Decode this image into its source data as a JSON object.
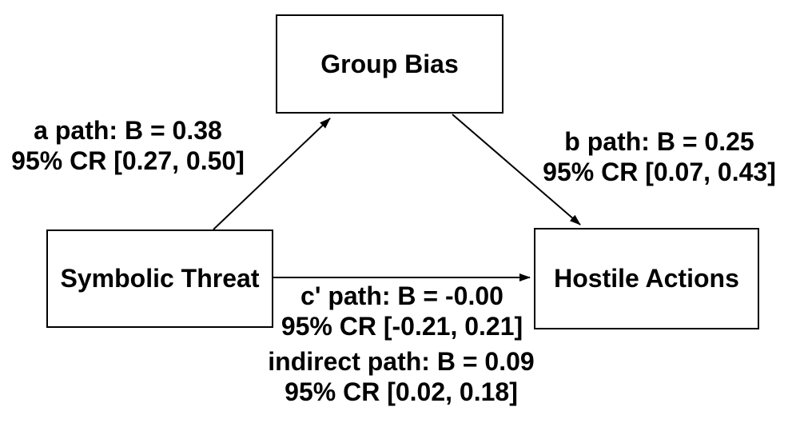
{
  "diagram": {
    "nodes": {
      "group_bias": {
        "label": "Group Bias"
      },
      "symbolic_threat": {
        "label": "Symbolic Threat"
      },
      "hostile_actions": {
        "label": "Hostile Actions"
      }
    },
    "paths": {
      "a": {
        "line1": "a path: B = 0.38",
        "line2": "95% CR [0.27, 0.50]",
        "B": 0.38,
        "cr_low": 0.27,
        "cr_high": 0.5
      },
      "b": {
        "line1": "b path: B = 0.25",
        "line2": "95% CR [0.07, 0.43]",
        "B": 0.25,
        "cr_low": 0.07,
        "cr_high": 0.43
      },
      "c_prime": {
        "line1": "c' path: B = -0.00",
        "line2": "95% CR [-0.21, 0.21]",
        "B": -0.0,
        "cr_low": -0.21,
        "cr_high": 0.21
      },
      "indirect": {
        "line1": "indirect path: B = 0.09",
        "line2": "95% CR [0.02, 0.18]",
        "B": 0.09,
        "cr_low": 0.02,
        "cr_high": 0.18
      }
    },
    "colors": {
      "line": "#000000",
      "box_fill": "#ffffff",
      "background": "#ffffff",
      "text": "#000000"
    }
  }
}
